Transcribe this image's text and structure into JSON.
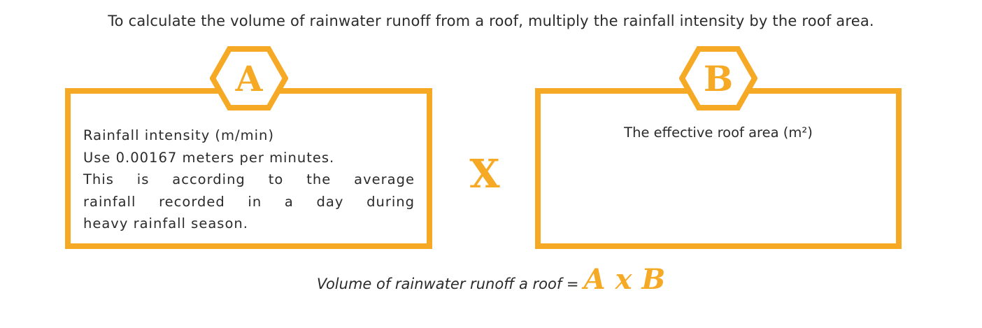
{
  "intro_text": "To calculate the volume of rainwater runoff from a roof, multiply the rainfall intensity by the roof area.",
  "colors": {
    "accent": "#F5A925",
    "text": "#2b2b2b",
    "background": "#ffffff"
  },
  "box_a": {
    "letter": "A",
    "lines": [
      "Rainfall intensity (m/min)",
      "Use 0.00167 meters per minutes.",
      "This is according to the average",
      "rainfall recorded in a day during",
      "heavy rainfall season."
    ]
  },
  "operator": "X",
  "box_b": {
    "letter": "B",
    "text": "The effective roof area (m²)"
  },
  "formula": {
    "label": "Volume of rainwater runoff a roof =",
    "expression": "A x B"
  }
}
